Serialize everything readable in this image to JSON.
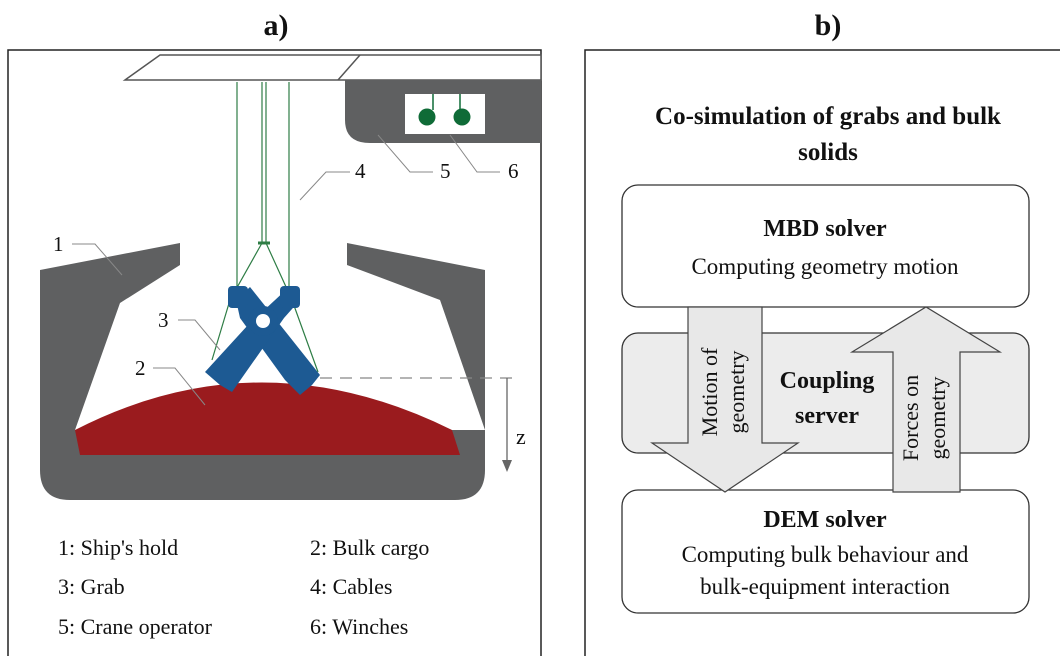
{
  "panel_a": {
    "label": "a)",
    "callouts": [
      "1",
      "2",
      "3",
      "4",
      "5",
      "6"
    ],
    "axis_label": "z",
    "legend": [
      "1: Ship's hold",
      "2: Bulk cargo",
      "3: Grab",
      "4: Cables",
      "5: Crane operator",
      "6: Winches"
    ],
    "colors": {
      "hold": "#5f6061",
      "cargo": "#9a1b1e",
      "grab": "#1d5a93",
      "cables": "#2e7d45",
      "winch": "#0f6b37"
    }
  },
  "panel_b": {
    "label": "b)",
    "title_line1": "Co-simulation of grabs and bulk",
    "title_line2": "solids",
    "mbd": {
      "title": "MBD solver",
      "desc": "Computing geometry motion"
    },
    "coupling": {
      "line1": "Coupling",
      "line2": "server"
    },
    "arrow_down": {
      "line1": "Motion of",
      "line2": "geometry"
    },
    "arrow_up": {
      "line1": "Forces on",
      "line2": "geometry"
    },
    "dem": {
      "title": "DEM solver",
      "desc_line1": "Computing bulk behaviour and",
      "desc_line2": "bulk-equipment interaction"
    }
  }
}
